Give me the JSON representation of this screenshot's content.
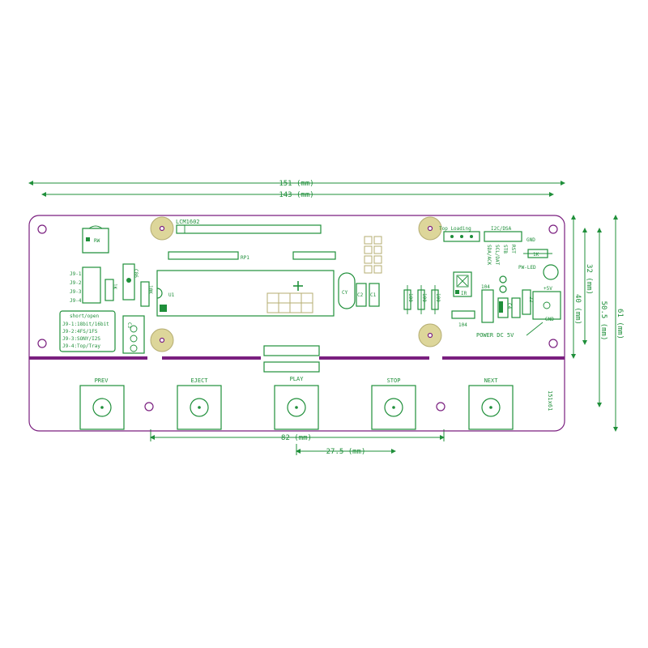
{
  "dimensions": {
    "overall_width": "151 (mm)",
    "inner_width": "143 (mm)",
    "button_span": "82 (mm)",
    "button_pitch": "27.5 (mm)",
    "height_40": "40 (mm)",
    "height_32": "32 (mm)",
    "height_50_5": "50.5 (mm)",
    "height_61": "61 (mm)",
    "size_marker": "151x61"
  },
  "labels": {
    "lcm": "LCM1602",
    "rw": "RW",
    "rp1": "RP1",
    "u1": "U1",
    "cy": "CY",
    "c2": "C2",
    "c1": "C1",
    "r100_1": "100",
    "r100_2": "100",
    "r100_3": "100",
    "top_loading": "Top Loading",
    "i2c": "I2C/DSA",
    "rst": "RST",
    "stb": "STB",
    "scl": "SCL/DAT",
    "sda": "SDA/ACK",
    "gnd_top": "GND",
    "r1k": "1K",
    "pw_led": "PW-LED",
    "plus5v": "+5V",
    "gnd_bottom": "GND",
    "ir": "IR",
    "c104a": "104",
    "c104b": "104",
    "c_small": "C4",
    "r22": "22",
    "power": "POWER DC 5V",
    "j9_1": "J9-1",
    "j9_2": "J9-2",
    "j9_3": "J9-3",
    "j9_4": "J9-4",
    "r1k_left": "1K",
    "r10k": "10K",
    "c_upper": "C86",
    "c_lower": "C3",
    "short_open": "short/open",
    "note1": "J9-1:18bit/16bit",
    "note2": "J9-2:4FS/1FS",
    "note3": "J9-3:SONY/I2S",
    "note4": "J9-4:Top/Tray"
  },
  "buttons": {
    "prev": "PREV",
    "eject": "EJECT",
    "play": "PLAY",
    "stop": "STOP",
    "next": "NEXT"
  },
  "colors": {
    "silkscreen": "#1f8f3a",
    "outline": "#7a1f7f",
    "pad": "#ddd69a"
  }
}
